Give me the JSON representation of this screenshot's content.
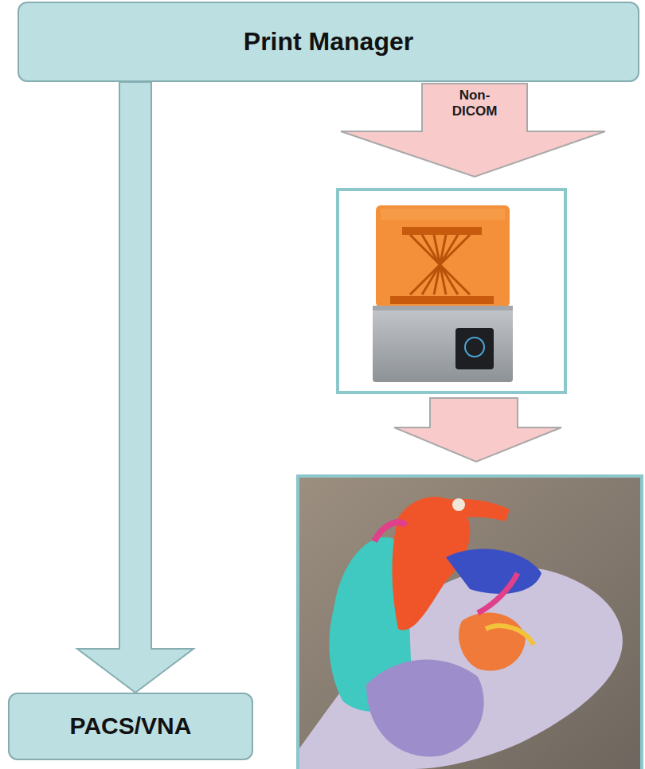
{
  "diagram": {
    "nodes": [
      {
        "text": [
          "Print Manager"
        ]
      },
      {
        "text": [
          "PACS/VNA"
        ]
      }
    ],
    "edges": [
      {
        "from": 0,
        "to": 1,
        "arrow": "to"
      }
    ],
    "labels": [
      "Non-DICOM"
    ]
  }
}
